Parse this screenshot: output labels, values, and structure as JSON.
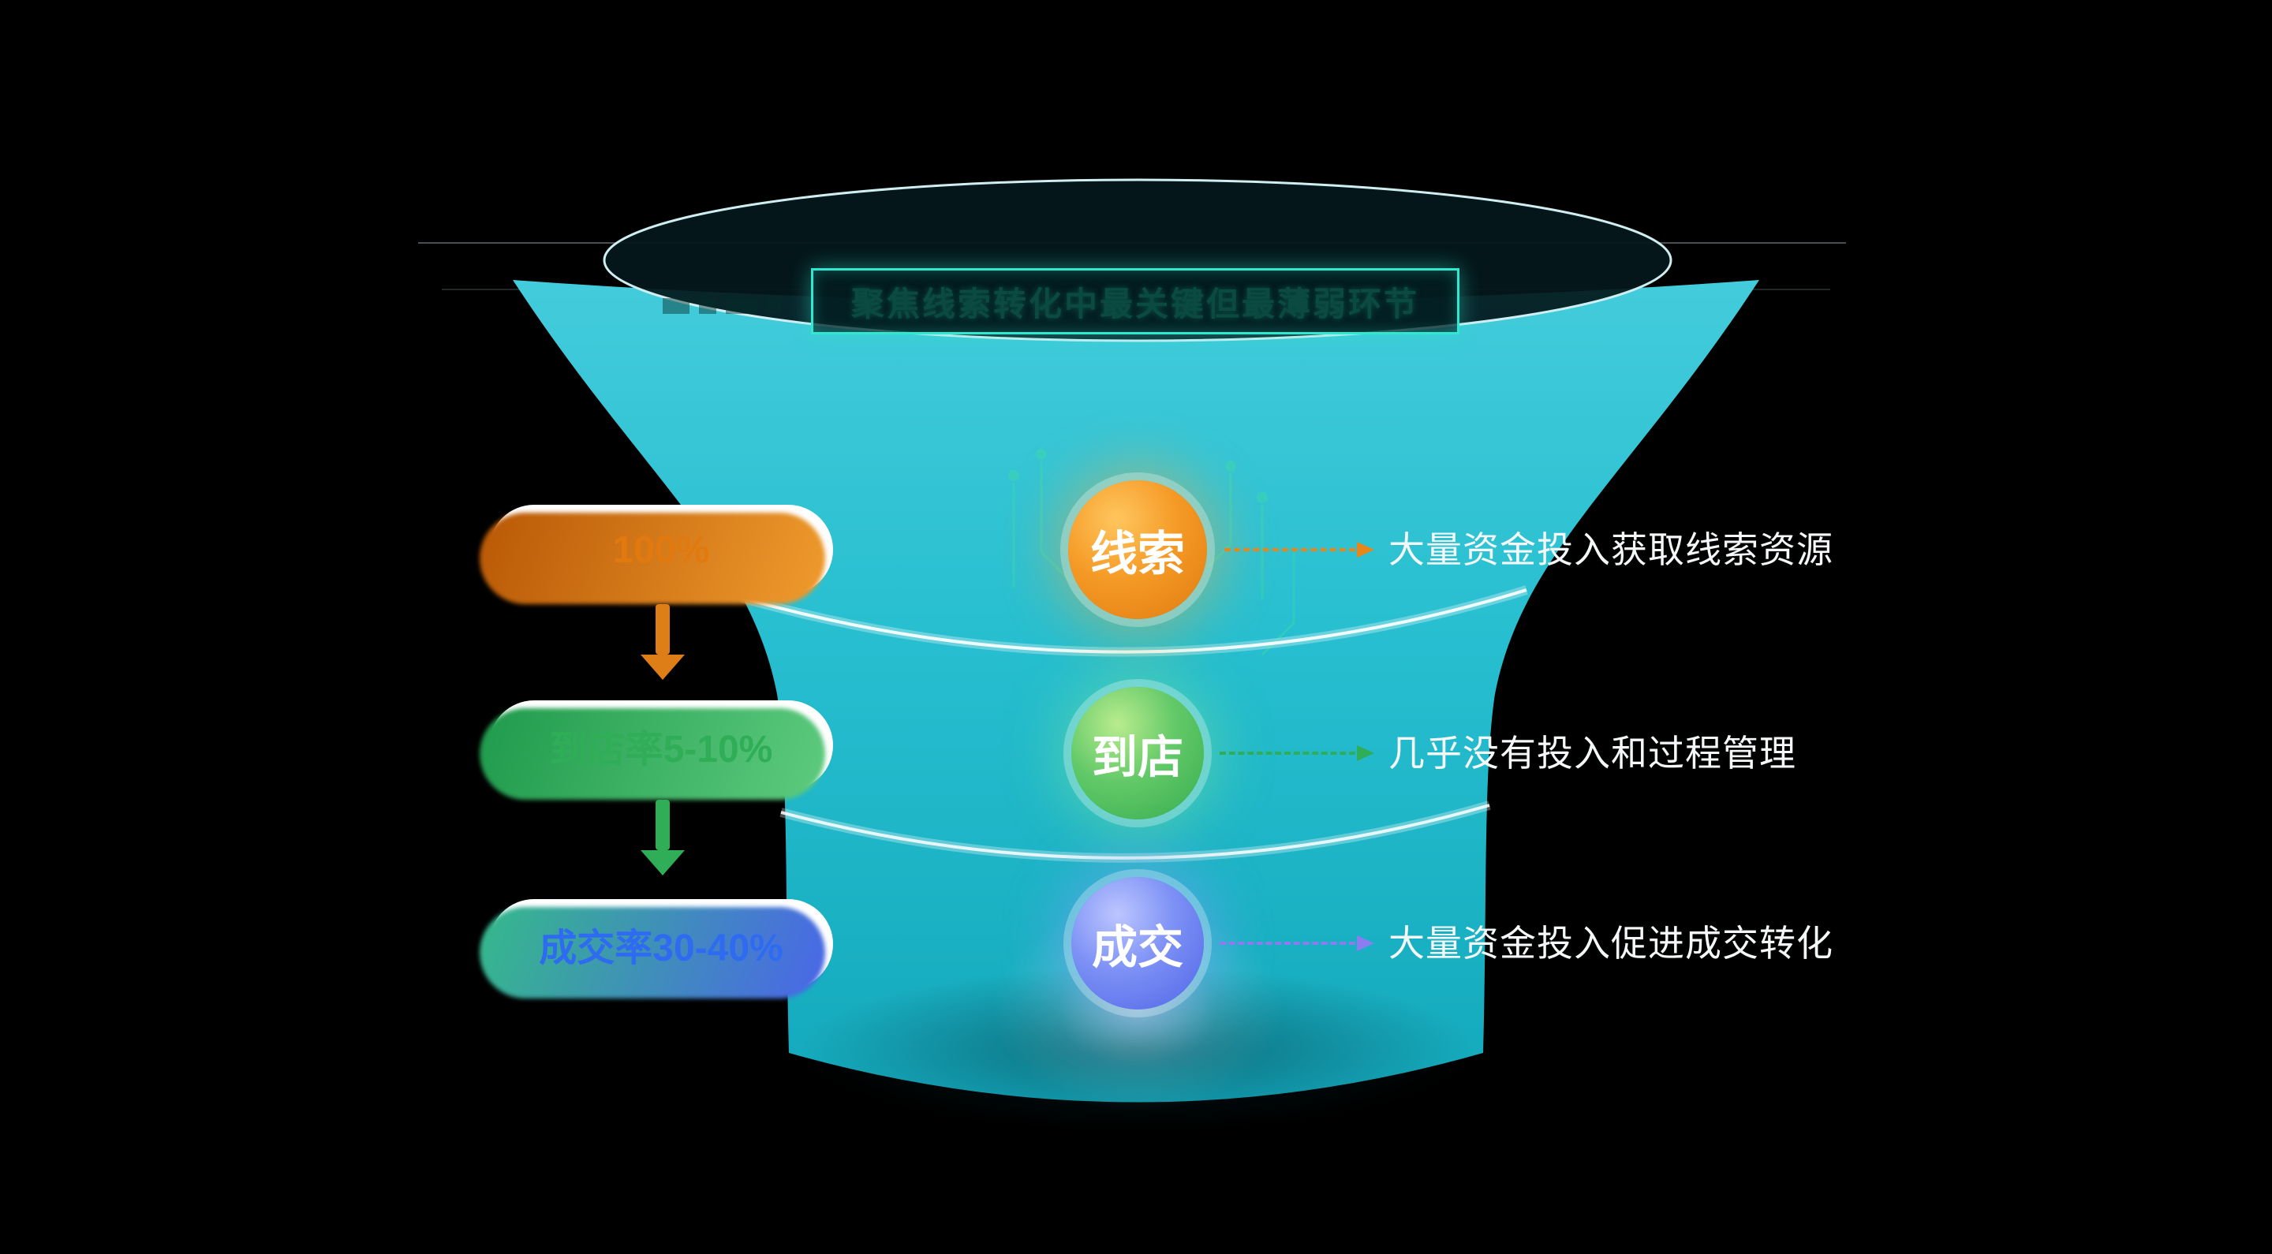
{
  "title": {
    "text": "聚焦线索转化中最关键但最薄弱环节"
  },
  "stages": [
    {
      "id": "leads",
      "label": "线索",
      "rate": "100%",
      "note": "大量资金投入获取线索资源"
    },
    {
      "id": "visit",
      "label": "到店",
      "rate": "到店率5-10%",
      "note": "几乎没有投入和过程管理"
    },
    {
      "id": "deal",
      "label": "成交",
      "rate": "成交率30-40%",
      "note": "大量资金投入促进成交转化"
    }
  ],
  "colors": {
    "background": "#000000",
    "funnel": "#27c4d6",
    "title_border": "#2fe8cf",
    "leads_accent": "#e8861a",
    "visit_accent": "#2fae57",
    "deal_accent": "#4a66e8",
    "deal_connector": "#8b7cf0",
    "note_text": "#f4f8f8"
  }
}
